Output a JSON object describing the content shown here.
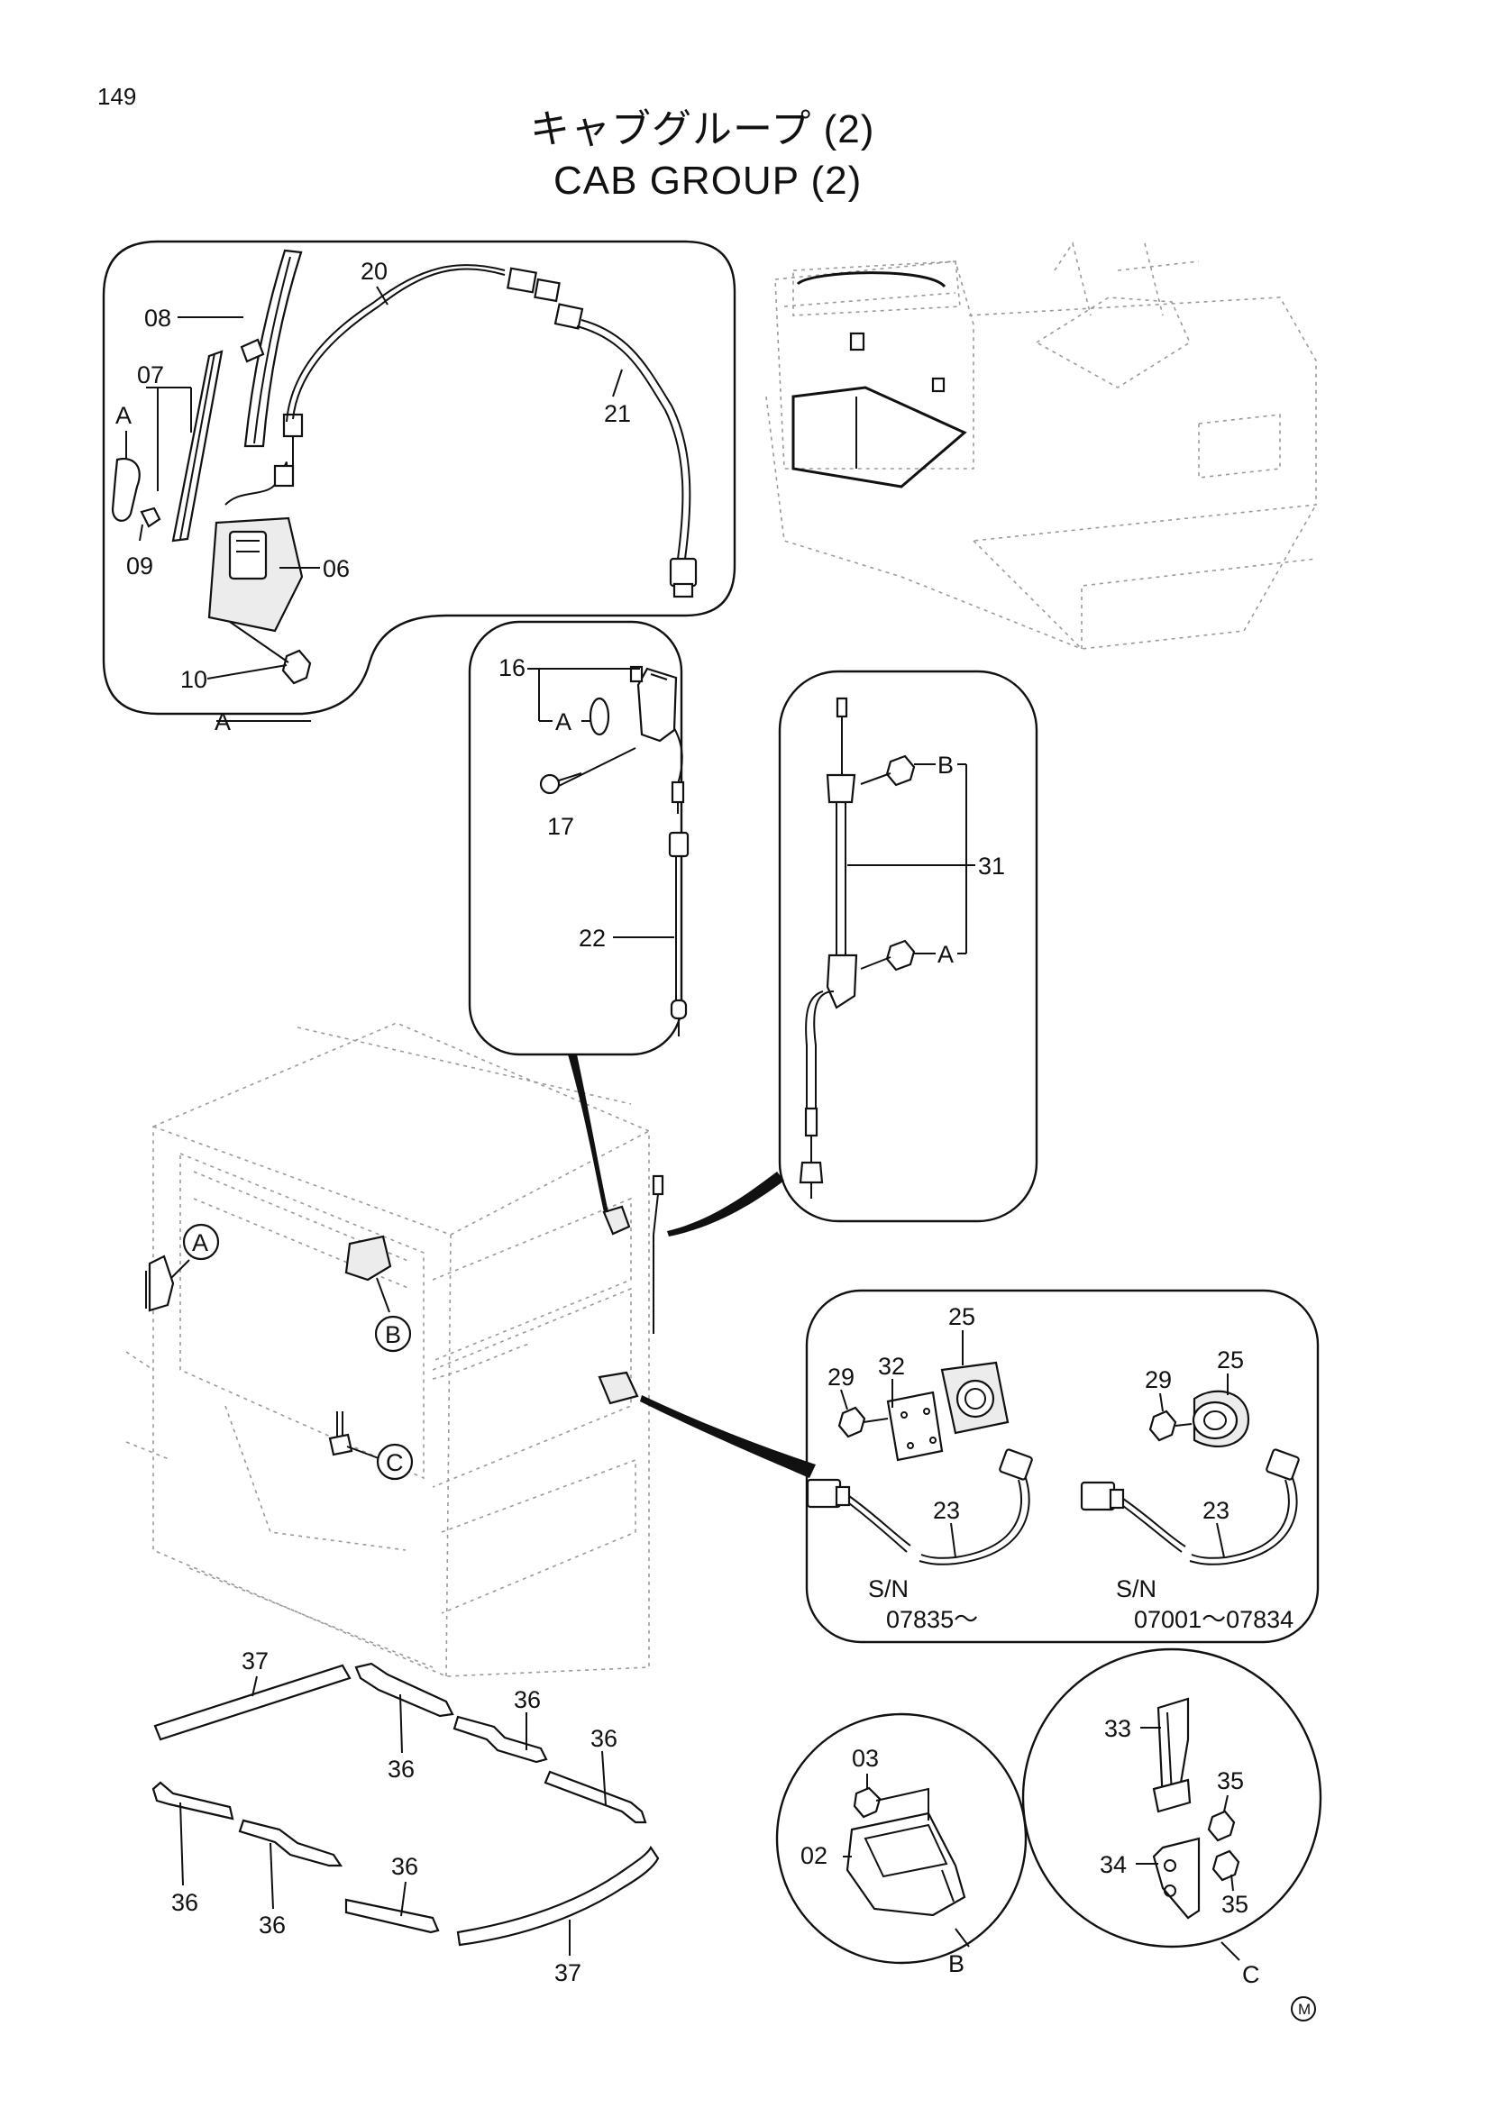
{
  "page": {
    "number": "149",
    "title_jp": "キャブグループ (2)",
    "title_en": "CAB GROUP (2)",
    "mark": "M"
  },
  "detail_a": {
    "view": "A",
    "parts": {
      "p08": "08",
      "p07": "07",
      "pA": "A",
      "p09": "09",
      "p06": "06",
      "p10": "10",
      "p20": "20",
      "p21": "21"
    }
  },
  "detail_lamp": {
    "parts": {
      "p16": "16",
      "pA": "A",
      "p17": "17",
      "p22": "22"
    }
  },
  "detail_antenna": {
    "parts": {
      "pB": "B",
      "p31": "31",
      "pA": "A"
    }
  },
  "cab": {
    "callouts": {
      "A": "A",
      "B": "B",
      "C": "C"
    }
  },
  "detail_speaker": {
    "left": {
      "p25": "25",
      "p32": "32",
      "p29": "29",
      "p23": "23",
      "sn_label": "S/N",
      "sn_range": "07835～"
    },
    "right": {
      "p29": "29",
      "p25": "25",
      "p23": "23",
      "sn_label": "S/N",
      "sn_range": "07001～07834"
    }
  },
  "floor_seals": {
    "parts": {
      "p37a": "37",
      "p36a": "36",
      "p36b": "36",
      "p36c": "36",
      "p36d": "36",
      "p36e": "36",
      "p36f": "36",
      "p37b": "37"
    }
  },
  "detail_b": {
    "view": "B",
    "parts": {
      "p03": "03",
      "p02": "02"
    }
  },
  "detail_c": {
    "view": "C",
    "parts": {
      "p33": "33",
      "p35a": "35",
      "p34": "34",
      "p35b": "35"
    }
  }
}
